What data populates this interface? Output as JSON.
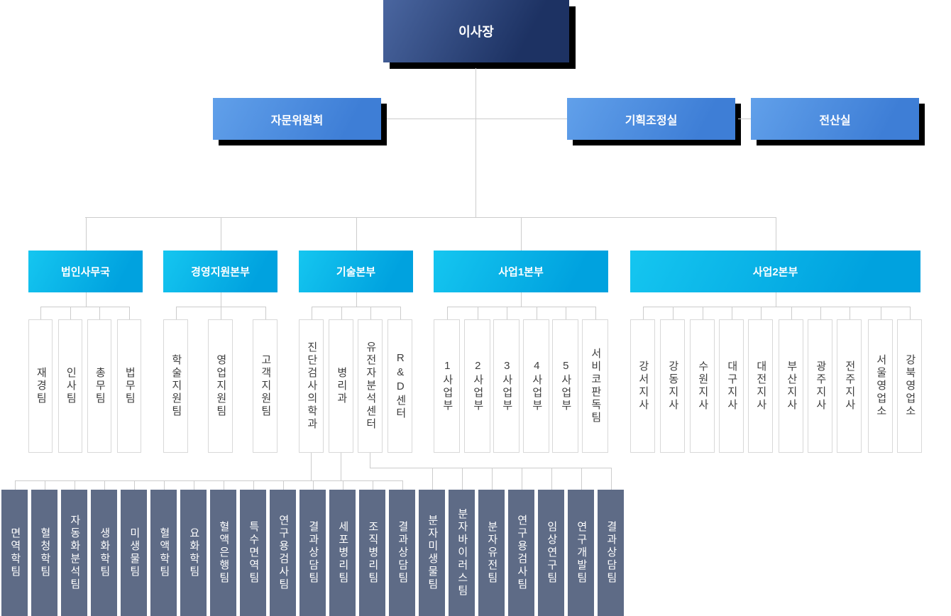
{
  "org": {
    "root": {
      "label": "이사장"
    },
    "level2": [
      {
        "label": "자문위원회"
      },
      {
        "label": "기획조정실"
      },
      {
        "label": "전산실"
      }
    ],
    "divisions": [
      {
        "label": "법인사무국",
        "teams": [
          "재경팀",
          "인사팀",
          "총무팀",
          "법무팀"
        ]
      },
      {
        "label": "경영지원본부",
        "teams": [
          "학술지원팀",
          "영업지원팀",
          "고객지원팀"
        ]
      },
      {
        "label": "기술본부",
        "teams": [
          "진단검사의학과",
          "병리과",
          "유전자분석센터",
          "R&D센터"
        ]
      },
      {
        "label": "사업1본부",
        "teams": [
          "1사업부",
          "2사업부",
          "3사업부",
          "4사업부",
          "5사업부",
          "서비코판독팀"
        ]
      },
      {
        "label": "사업2본부",
        "teams": [
          "강서지사",
          "강동지사",
          "수원지사",
          "대구지사",
          "대전지사",
          "부산지사",
          "광주지사",
          "전주지사",
          "서울영업소",
          "강북영업소"
        ]
      }
    ],
    "sub_teams": [
      "면역학팀",
      "혈청학팀",
      "자동화분석팀",
      "생화학팀",
      "미생물팀",
      "혈액학팀",
      "요화학팀",
      "혈액은행팀",
      "특수면역팀",
      "연구용검사팀",
      "결과상담팀",
      "세포병리팀",
      "조직병리팀",
      "결과상담팀",
      "분자미생물팀",
      "분자바이러스팀",
      "분자유전팀",
      "연구용검사팀",
      "임상연구팀",
      "연구개발팀",
      "결과상담팀"
    ],
    "colors": {
      "root_gradient": [
        "#4a66a0",
        "#1d3263"
      ],
      "branch_gradient": [
        "#61a0ea",
        "#3e7ed6"
      ],
      "division_gradient": [
        "#15c6f0",
        "#00a2df"
      ],
      "team_border": "#d8d8d8",
      "subteam_bg": "#5e6b86",
      "connector": "#cccccc",
      "shadow": "#000000"
    }
  }
}
